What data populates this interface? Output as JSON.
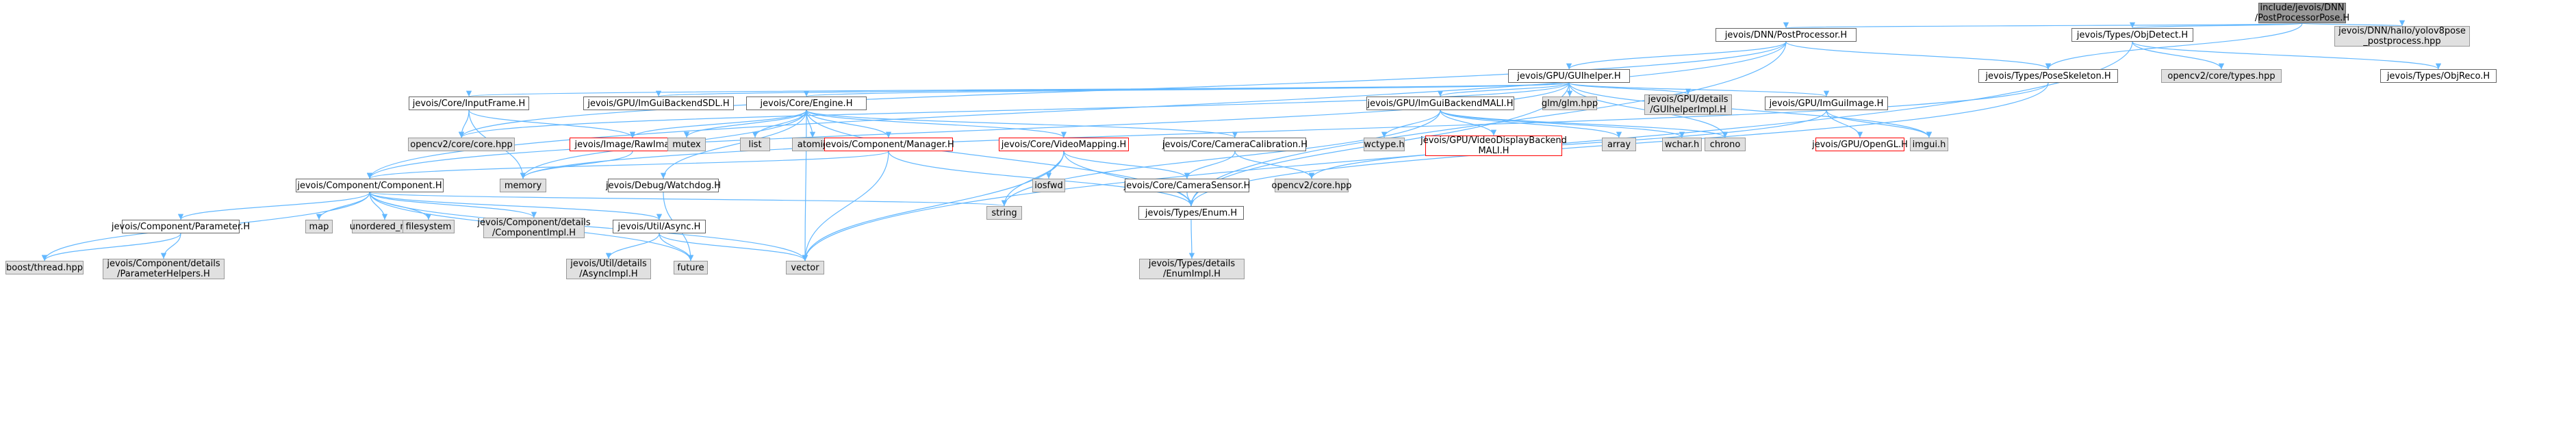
{
  "colors": {
    "edge": "#63b8ff",
    "node_border": "#666666",
    "system_fill": "#e0e0e0",
    "root_fill": "#999999",
    "truncated_border": "#ff0000"
  },
  "nodes": [
    {
      "id": "postpose",
      "label": "include/jevois/DNN\n/PostProcessorPose.H",
      "style": "root"
    },
    {
      "id": "postproc",
      "label": "jevois/DNN/PostProcessor.H",
      "style": "normal"
    },
    {
      "id": "objdetect",
      "label": "jevois/Types/ObjDetect.H",
      "style": "normal"
    },
    {
      "id": "hailo",
      "label": "jevois/DNN/hailo/yolov8pose\n_postprocess.hpp",
      "style": "system"
    },
    {
      "id": "guihelper",
      "label": "jevois/GPU/GUIhelper.H",
      "style": "normal"
    },
    {
      "id": "poseskel",
      "label": "jevois/Types/PoseSkeleton.H",
      "style": "normal"
    },
    {
      "id": "cvtypes",
      "label": "opencv2/core/types.hpp",
      "style": "system"
    },
    {
      "id": "objreco",
      "label": "jevois/Types/ObjReco.H",
      "style": "normal"
    },
    {
      "id": "inputframe",
      "label": "jevois/Core/InputFrame.H",
      "style": "normal"
    },
    {
      "id": "imguisdl",
      "label": "jevois/GPU/ImGuiBackendSDL.H",
      "style": "normal"
    },
    {
      "id": "engine",
      "label": "jevois/Core/Engine.H",
      "style": "normal"
    },
    {
      "id": "imguimali",
      "label": "jevois/GPU/ImGuiBackendMALI.H",
      "style": "normal"
    },
    {
      "id": "glm",
      "label": "glm/glm.hpp",
      "style": "system"
    },
    {
      "id": "guidetails",
      "label": "jevois/GPU/details\n/GUIhelperImpl.H",
      "style": "system"
    },
    {
      "id": "imguiimage",
      "label": "jevois/GPU/ImGuiImage.H",
      "style": "normal"
    },
    {
      "id": "cvcore",
      "label": "opencv2/core/core.hpp",
      "style": "system"
    },
    {
      "id": "rawimage",
      "label": "jevois/Image/RawImage.H",
      "style": "red"
    },
    {
      "id": "mutex",
      "label": "mutex",
      "style": "system"
    },
    {
      "id": "list",
      "label": "list",
      "style": "system"
    },
    {
      "id": "atomic",
      "label": "atomic",
      "style": "system"
    },
    {
      "id": "manager",
      "label": "jevois/Component/Manager.H",
      "style": "red"
    },
    {
      "id": "videomap",
      "label": "jevois/Core/VideoMapping.H",
      "style": "red"
    },
    {
      "id": "camcalib",
      "label": "jevois/Core/CameraCalibration.H",
      "style": "normal"
    },
    {
      "id": "wctype",
      "label": "wctype.h",
      "style": "system"
    },
    {
      "id": "videodisp",
      "label": "jevois/GPU/VideoDisplayBackend\nMALI.H",
      "style": "red"
    },
    {
      "id": "array",
      "label": "array",
      "style": "system"
    },
    {
      "id": "wchar",
      "label": "wchar.h",
      "style": "system"
    },
    {
      "id": "chrono",
      "label": "chrono",
      "style": "system"
    },
    {
      "id": "opengl",
      "label": "jevois/GPU/OpenGL.H",
      "style": "red"
    },
    {
      "id": "imguih",
      "label": "imgui.h",
      "style": "system"
    },
    {
      "id": "memory",
      "label": "memory",
      "style": "system"
    },
    {
      "id": "watchdog",
      "label": "jevois/Debug/Watchdog.H",
      "style": "normal"
    },
    {
      "id": "iosfwd",
      "label": "iosfwd",
      "style": "system"
    },
    {
      "id": "camsensor",
      "label": "jevois/Core/CameraSensor.H",
      "style": "normal"
    },
    {
      "id": "cvcore2",
      "label": "opencv2/core.hpp",
      "style": "system"
    },
    {
      "id": "component",
      "label": "jevois/Component/Component.H",
      "style": "normal"
    },
    {
      "id": "string",
      "label": "string",
      "style": "system"
    },
    {
      "id": "enumh",
      "label": "jevois/Types/Enum.H",
      "style": "normal"
    },
    {
      "id": "parameter",
      "label": "jevois/Component/Parameter.H",
      "style": "normal"
    },
    {
      "id": "map",
      "label": "map",
      "style": "system"
    },
    {
      "id": "umap",
      "label": "unordered_map",
      "style": "system"
    },
    {
      "id": "filesystem",
      "label": "filesystem",
      "style": "system"
    },
    {
      "id": "compimpl",
      "label": "jevois/Component/details\n/ComponentImpl.H",
      "style": "system"
    },
    {
      "id": "async",
      "label": "jevois/Util/Async.H",
      "style": "normal"
    },
    {
      "id": "boostthread",
      "label": "boost/thread.hpp",
      "style": "system"
    },
    {
      "id": "paramhelpers",
      "label": "jevois/Component/details\n/ParameterHelpers.H",
      "style": "system"
    },
    {
      "id": "asyncimpl",
      "label": "jevois/Util/details\n/AsyncImpl.H",
      "style": "system"
    },
    {
      "id": "future",
      "label": "future",
      "style": "system"
    },
    {
      "id": "vector",
      "label": "vector",
      "style": "system"
    },
    {
      "id": "enumimpl",
      "label": "jevois/Types/details\n/EnumImpl.H",
      "style": "system"
    }
  ]
}
